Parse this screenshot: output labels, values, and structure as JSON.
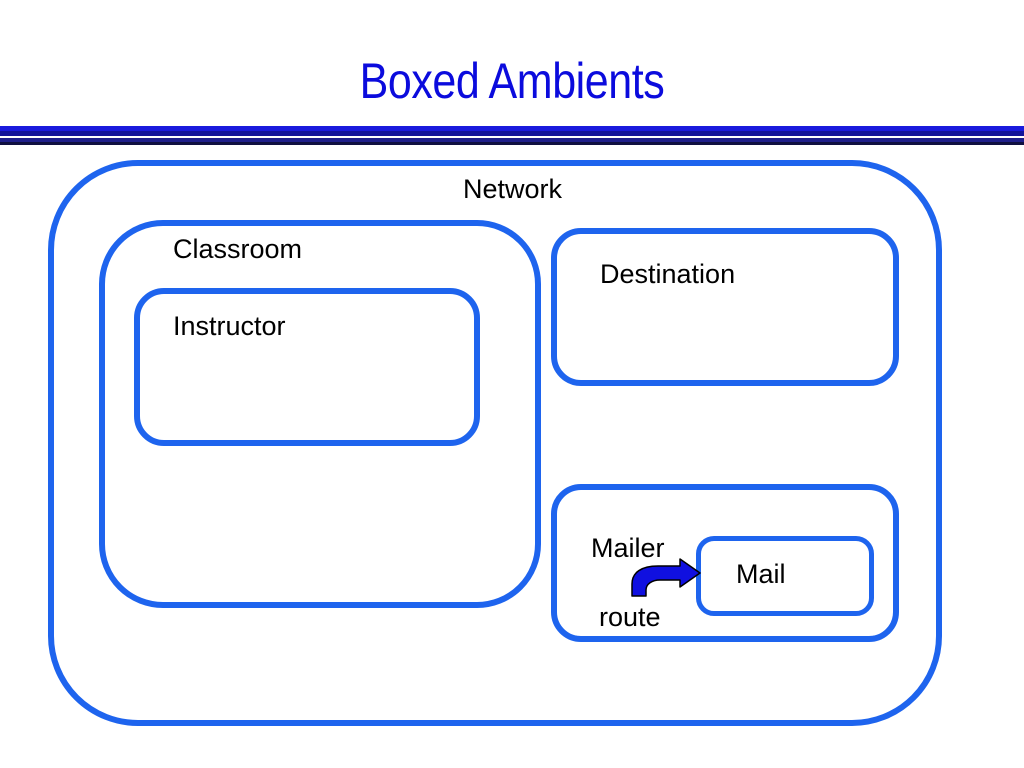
{
  "slide": {
    "title": "Boxed Ambients"
  },
  "diagram": {
    "network_label": "Network",
    "classroom_label": "Classroom",
    "instructor_label": "Instructor",
    "destination_label": "Destination",
    "mailer_label": "Mailer",
    "mail_label": "Mail",
    "route_label": "route"
  },
  "colors": {
    "title": "#0b0bdd",
    "box_border": "#1e64ee",
    "arrow_fill": "#1010e0"
  },
  "icons": {
    "route_arrow": "curved-arrow-icon"
  }
}
